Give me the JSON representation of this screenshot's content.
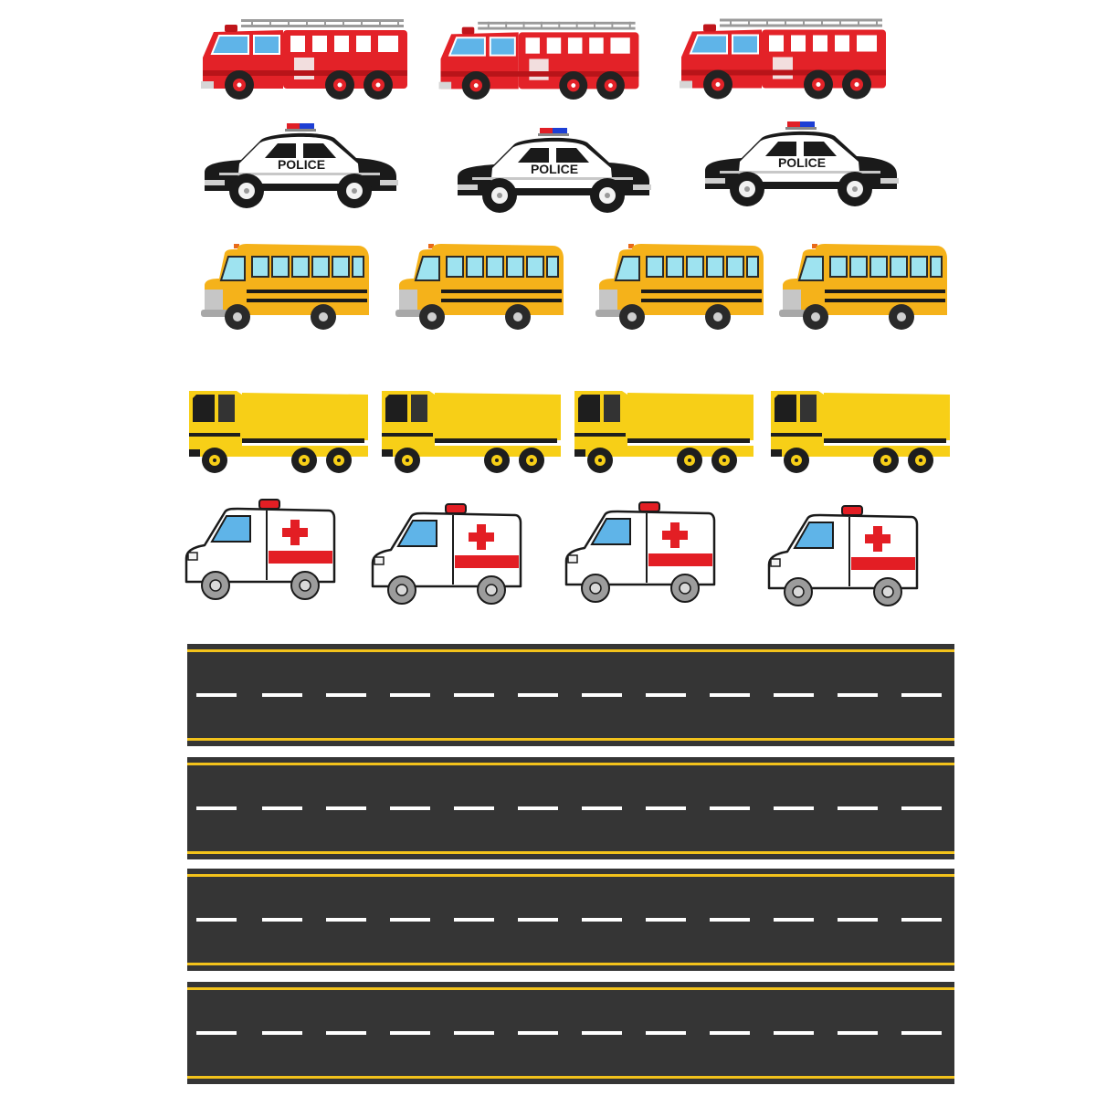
{
  "sheet": {
    "colors": {
      "background": "#ffffff",
      "fire_red": "#e32228",
      "police_black": "#1a1a1a",
      "bus_yellow": "#f5b21a",
      "dump_yellow": "#f7cf17",
      "ambulance_red": "#e31e24",
      "asphalt": "#353535",
      "road_edge_line": "#f2c21b",
      "lane_dash": "#ffffff"
    },
    "rows": [
      {
        "kind": "fire-truck",
        "icon": "fire-truck-icon",
        "count": 3
      },
      {
        "kind": "police-car",
        "icon": "police-car-icon",
        "count": 3,
        "door_text": "POLICE"
      },
      {
        "kind": "school-bus",
        "icon": "school-bus-icon",
        "count": 4
      },
      {
        "kind": "dump-truck",
        "icon": "dump-truck-icon",
        "count": 4
      },
      {
        "kind": "ambulance",
        "icon": "ambulance-icon",
        "count": 4
      }
    ],
    "roads": {
      "count": 4,
      "lanes_dashes_per_strip": 12
    }
  }
}
